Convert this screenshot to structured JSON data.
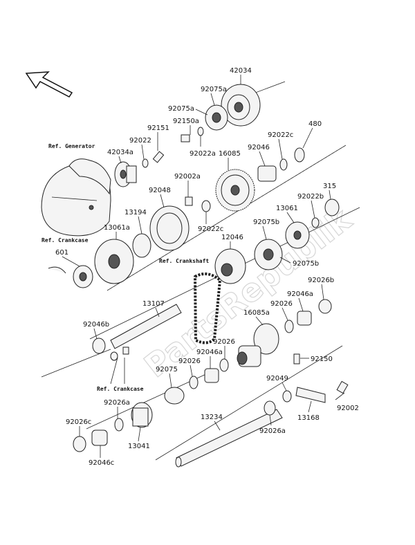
{
  "watermark": "PartsRepublik",
  "references": {
    "generator": "Ref. Generator",
    "crankcase_top": "Ref. Crankcase",
    "crankshaft": "Ref. Crankshaft",
    "crankcase_bottom": "Ref. Crankcase"
  },
  "labels": {
    "p42034": "42034",
    "p92075a_top": "92075a",
    "p92075a_left": "92075a",
    "p92150a": "92150a",
    "p92151": "92151",
    "p92022": "92022",
    "p42034a": "42034a",
    "p92022a": "92022a",
    "p480": "480",
    "p92022c_top": "92022c",
    "p92046_top": "92046",
    "p16085": "16085",
    "p92002a": "92002a",
    "p92048": "92048",
    "p13194": "13194",
    "p92022c_mid": "92022c",
    "p315": "315",
    "p92022b": "92022b",
    "p13061": "13061",
    "p92075b_top": "92075b",
    "p13061a": "13061a",
    "p12046": "12046",
    "p601": "601",
    "p92075b_bot": "92075b",
    "p92026b": "92026b",
    "p13107": "13107",
    "p92046a_right": "92046a",
    "p92026_right": "92026",
    "p16085a": "16085a",
    "p92046b": "92046b",
    "p92026_mid": "92026",
    "p92046a_mid": "92046a",
    "p92026_left": "92026",
    "p92150": "92150",
    "p92075": "92075",
    "p92049": "92049",
    "p92026a_left": "92026a",
    "p13234": "13234",
    "p13168": "13168",
    "p92002": "92002",
    "p92026c": "92026c",
    "p13041": "13041",
    "p92026a_bot": "92026a",
    "p92046c": "92046c"
  },
  "icons": {
    "direction": "front-arrow-icon"
  },
  "colors": {
    "line": "#222222",
    "watermark": "#d6d6d6"
  }
}
